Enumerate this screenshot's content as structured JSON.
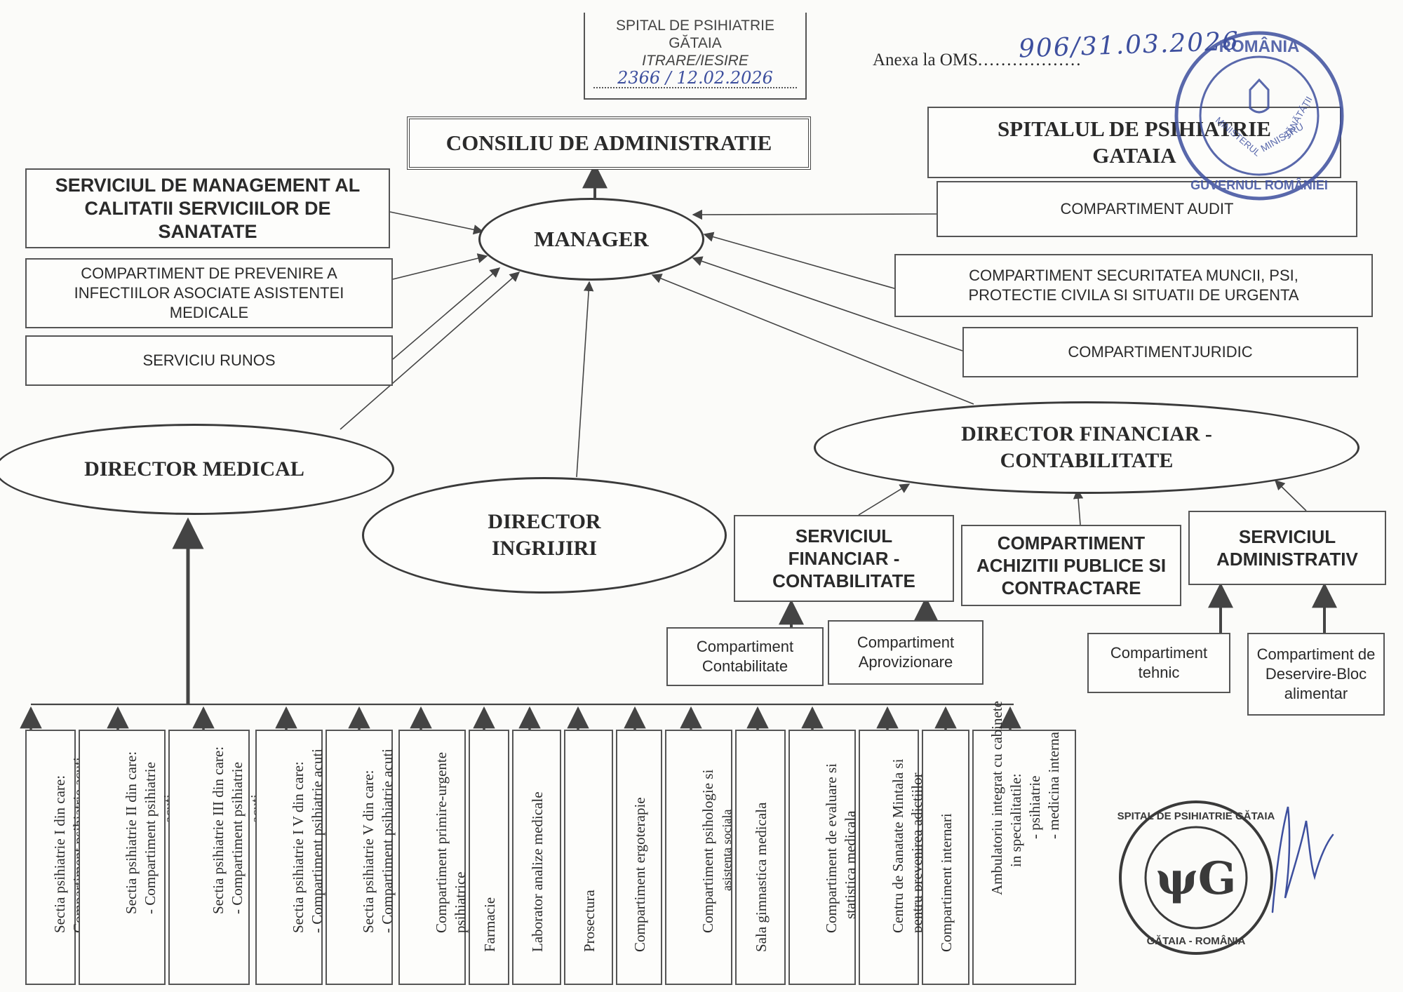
{
  "registry_stamp": {
    "line1": "SPITAL DE PSIHIATRIE",
    "line2": "GĂTAIA",
    "line3": "ITRARE/IESIRE",
    "line4": "2366 / 12.02.2026"
  },
  "annex": {
    "label": "Anexa la OMS",
    "handwritten": "906/31.03.2026"
  },
  "org": {
    "hospital_title": "SPITALUL DE PSIHIATRIE GATAIA",
    "board": "CONSILIU DE ADMINISTRATIE",
    "manager": "MANAGER",
    "left_boxes": [
      "SERVICIUL DE MANAGEMENT AL CALITATII SERVICIILOR DE SANATATE",
      "COMPARTIMENT DE PREVENIRE A INFECTIILOR ASOCIATE ASISTENTEI MEDICALE",
      "SERVICIU RUNOS"
    ],
    "right_boxes": [
      "COMPARTIMENT AUDIT",
      "COMPARTIMENT SECURITATEA MUNCII, PSI, PROTECTIE CIVILA SI SITUATII DE URGENTA",
      "COMPARTIMENTJURIDIC"
    ],
    "director_medical": "DIRECTOR MEDICAL",
    "director_ingrijiri": "DIRECTOR INGRIJIRI",
    "director_financiar": "DIRECTOR FINANCIAR - CONTABILITATE",
    "financial_services": [
      "SERVICIUL FINANCIAR - CONTABILITATE",
      "COMPARTIMENT ACHIZITII PUBLICE SI CONTRACTARE",
      "SERVICIUL ADMINISTRATIV"
    ],
    "sub_compartments": [
      "Compartiment Contabilitate",
      "Compartiment Aprovizionare",
      "Compartiment tehnic",
      "Compartiment de Deservire-Bloc alimentar"
    ],
    "medical_columns": [
      [
        "Sectia psihiatrie I din care:",
        "Compartiment psihiatrie acuti"
      ],
      [
        "Sectia psihiatrie II din care:",
        "- Compartiment psihiatrie",
        "acuti"
      ],
      [
        "Sectia psihiatrie III din care:",
        "- Compartiment psihiatrie",
        "acuti"
      ],
      [
        "Sectia psihiatrie I V din care:",
        "- Compartiment psihiatrie acuti"
      ],
      [
        "Sectia psihiatrie V din care:",
        "- Compartiment psihiatrie acuti"
      ],
      [
        "Compartiment primire-urgente",
        "psihiatrice"
      ],
      [
        "Farmacie"
      ],
      [
        "Laborator analize medicale"
      ],
      [
        "Prosectura"
      ],
      [
        "Compartiment ergoterapie"
      ],
      [
        "Compartiment psihologie si",
        "asistenta sociala"
      ],
      [
        "Sala gimnastica medicala"
      ],
      [
        "Compartiment de evaluare si",
        "statistica medicala"
      ],
      [
        "Centru de Sanatate Mintala si",
        "pentru prevenirea adictiilor"
      ],
      [
        "Compartiment internari"
      ],
      [
        "Ambulatoriu integrat cu cabinete",
        "in specialitatile:",
        "- psihiatrie",
        "- medicina interna"
      ]
    ]
  },
  "ministry_seal": {
    "outer": "ROMÂNIA",
    "inner_top": "MINISTRU",
    "inner_left": "MINISTERUL",
    "inner_right": "SĂNĂTĂȚII",
    "bottom": "GUVERNUL ROMÂNIEI"
  },
  "hospital_seal": {
    "ring": "SPITAL DE PSIHIATRIE GĂTAIA",
    "bottom": "GĂTAIA - ROMÂNIA",
    "monogram": "ψG"
  },
  "colors": {
    "line": "#444444",
    "seal_blue": "#3d4f9e",
    "ink": "#2a2a2a"
  }
}
